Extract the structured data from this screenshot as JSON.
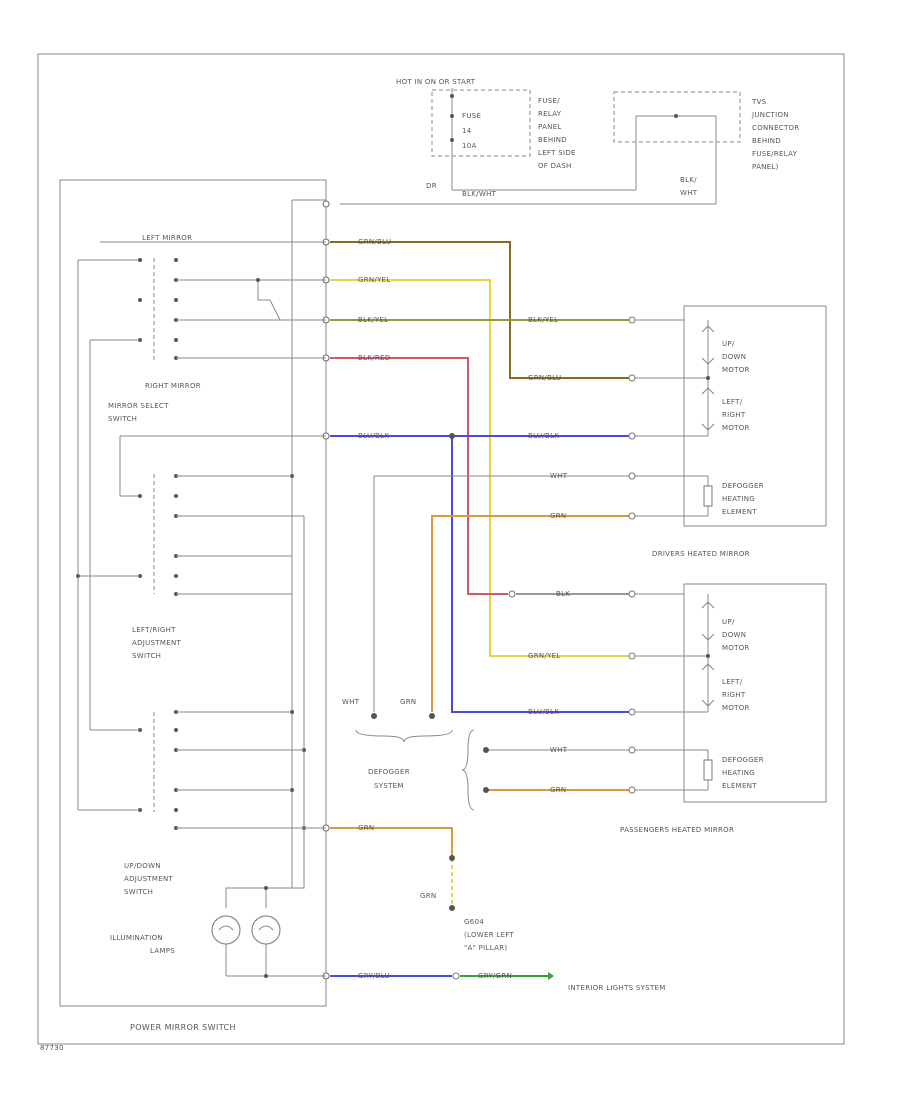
{
  "labels": {
    "hot_in": "HOT IN ON OR START",
    "fuse": "FUSE",
    "fuse_num": "14",
    "fuse_amp": "10A",
    "fuse_panel": [
      "FUSE/",
      "RELAY",
      "PANEL",
      "BEHIND",
      "LEFT SIDE",
      "OF DASH"
    ],
    "junction": [
      "TVS",
      "JUNCTION",
      "CONNECTOR",
      "BEHIND",
      "FUSE/RELAY",
      "PANEL)"
    ],
    "bus_wht": [
      "BLK/",
      "WHT"
    ],
    "dr": "DR",
    "left_mirror": "LEFT MIRROR",
    "right_mirror": "RIGHT MIRROR",
    "mirror_select": [
      "MIRROR SELECT",
      "SWITCH"
    ],
    "lr_adjust": [
      "LEFT/RIGHT",
      "ADJUSTMENT",
      "SWITCH"
    ],
    "ud_adjust": [
      "UP/DOWN",
      "ADJUSTMENT",
      "SWITCH"
    ],
    "illum": [
      "ILLUMINATION",
      "LAMPS"
    ],
    "power_switch": "POWER MIRROR SWITCH",
    "drivers_mirror": "DRIVERS HEATED MIRROR",
    "passengers_mirror": "PASSENGERS HEATED MIRROR",
    "updown_motor": [
      "UP/",
      "DOWN",
      "MOTOR"
    ],
    "lr_motor": [
      "LEFT/",
      "RIGHT",
      "MOTOR"
    ],
    "defogger_elem": [
      "DEFOGGER",
      "HEATING",
      "ELEMENT"
    ],
    "defogger_system": [
      "DEFOGGER",
      "SYSTEM"
    ],
    "wht": "WHT",
    "grn": "GRN",
    "g604": [
      "G604",
      "(LOWER LEFT",
      "\"A\" PILLAR)"
    ],
    "interior": "INTERIOR LIGHTS SYSTEM",
    "fig_code": "87730"
  },
  "wires": {
    "blk_wht": "BLK/WHT",
    "grn_blu": "GRN/BLU",
    "grn_yel": "GRN/YEL",
    "blk_yel": "BLK/YEL",
    "blk_red": "BLK/RED",
    "blu_blk": "BLU/BLK",
    "blk": "BLK",
    "wht": "WHT",
    "grn": "GRN",
    "grn_brn": "GRY/BLU",
    "grn_gry": "GRY/GRN"
  },
  "colors": {
    "brown": "#8a6a1e",
    "yellow": "#e6d24a",
    "olive": "#8ca03a",
    "red": "#d05a6a",
    "blue": "#4a4ad8",
    "orange": "#d89a3a",
    "black": "#444444",
    "green": "#3aa03a",
    "gray": "#999999"
  }
}
